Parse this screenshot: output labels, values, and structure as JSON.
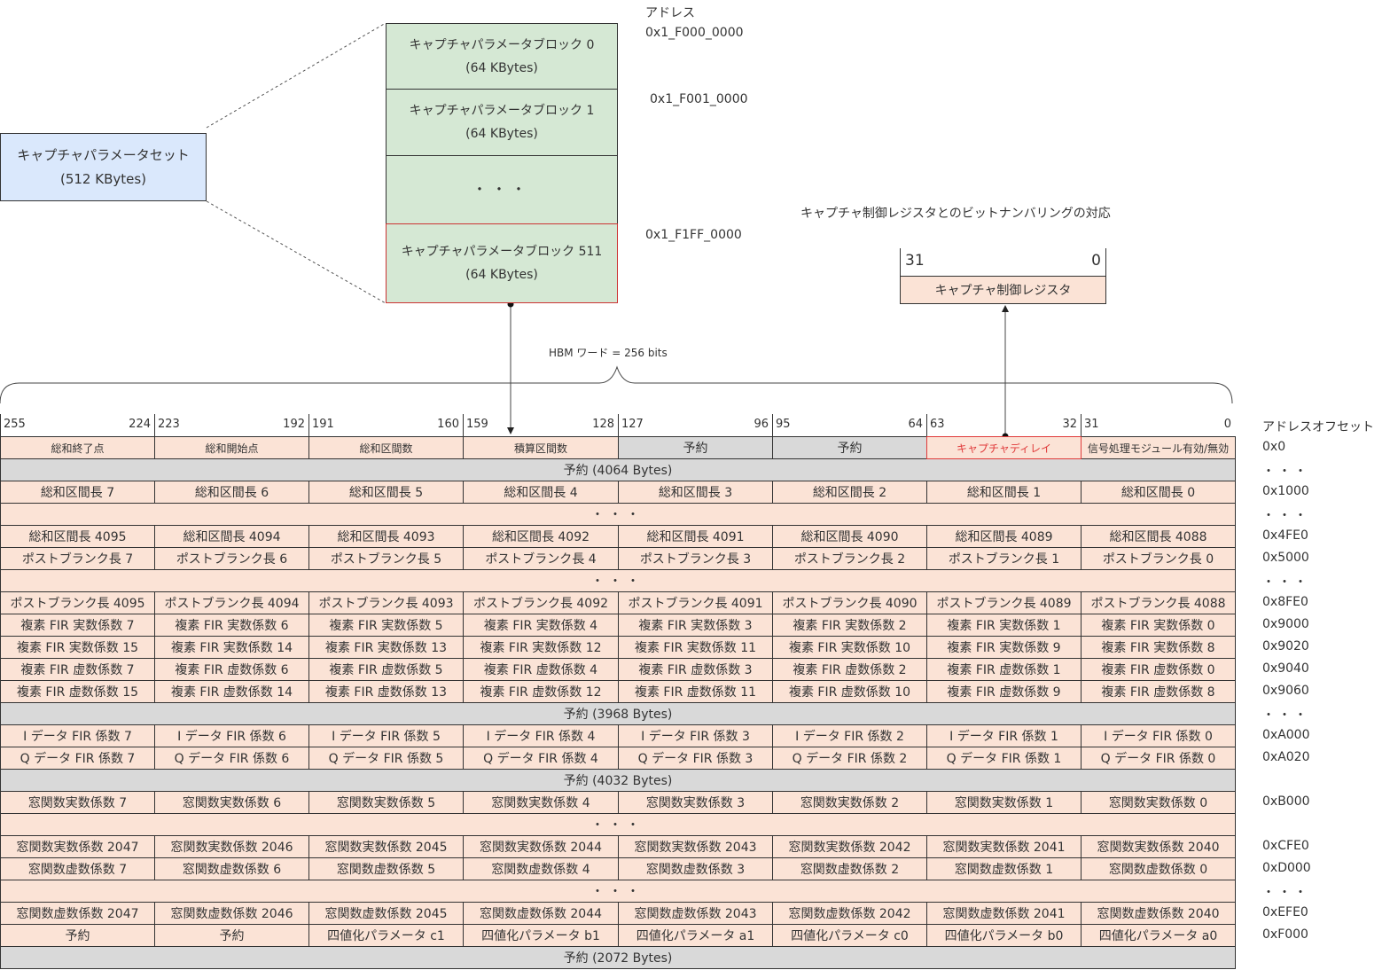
{
  "address_header": "アドレス",
  "parameter_set": {
    "line1": "キャプチャパラメータセット",
    "line2": "(512 KBytes)"
  },
  "blocks": [
    {
      "line1": "キャプチャパラメータブロック 0",
      "line2": "(64 KBytes)",
      "address": "0x1_F000_0000"
    },
    {
      "line1": "キャプチャパラメータブロック 1",
      "line2": "(64 KBytes)",
      "address": "0x1_F001_0000"
    },
    {
      "ellipsis": "・・・"
    },
    {
      "line1": "キャプチャパラメータブロック 511",
      "line2": "(64 KBytes)",
      "address": "0x1_F1FF_0000"
    }
  ],
  "control_register": {
    "caption": "キャプチャ制御レジスタとのビットナンバリングの対応",
    "bit_high": "31",
    "bit_low": "0",
    "name": "キャプチャ制御レジスタ"
  },
  "hbm_word_label": "HBM ワード = 256 bits",
  "offset_header": "アドレスオフセット",
  "bit_ranges": [
    {
      "high": "255",
      "low": "224"
    },
    {
      "high": "223",
      "low": "192"
    },
    {
      "high": "191",
      "low": "160"
    },
    {
      "high": "159",
      "low": "128"
    },
    {
      "high": "127",
      "low": "96"
    },
    {
      "high": "95",
      "low": "64"
    },
    {
      "high": "63",
      "low": "32"
    },
    {
      "high": "31",
      "low": "0"
    }
  ],
  "rows": [
    {
      "offset": "0x0",
      "cells": [
        "総和終了点",
        "総和開始点",
        "総和区間数",
        "積算区間数",
        "予約",
        "予約",
        "キャプチャディレイ",
        "信号処理モジュール有効/無効"
      ],
      "gray_cells": [
        4,
        5
      ],
      "alert_cell": 6
    },
    {
      "offset": "・・・",
      "band": "予約 (4064 Bytes)",
      "gray": true
    },
    {
      "offset": "0x1000",
      "cells": [
        "総和区間長 7",
        "総和区間長 6",
        "総和区間長 5",
        "総和区間長 4",
        "総和区間長 3",
        "総和区間長 2",
        "総和区間長 1",
        "総和区間長 0"
      ]
    },
    {
      "offset": "・・・",
      "band": "・・・"
    },
    {
      "offset": "0x4FE0",
      "cells": [
        "総和区間長 4095",
        "総和区間長 4094",
        "総和区間長 4093",
        "総和区間長 4092",
        "総和区間長 4091",
        "総和区間長 4090",
        "総和区間長 4089",
        "総和区間長 4088"
      ]
    },
    {
      "offset": "0x5000",
      "cells": [
        "ポストブランク長 7",
        "ポストブランク長 6",
        "ポストブランク長 5",
        "ポストブランク長 4",
        "ポストブランク長 3",
        "ポストブランク長 2",
        "ポストブランク長 1",
        "ポストブランク長 0"
      ]
    },
    {
      "offset": "・・・",
      "band": "・・・"
    },
    {
      "offset": "0x8FE0",
      "cells": [
        "ポストブランク長 4095",
        "ポストブランク長 4094",
        "ポストブランク長 4093",
        "ポストブランク長 4092",
        "ポストブランク長 4091",
        "ポストブランク長 4090",
        "ポストブランク長 4089",
        "ポストブランク長 4088"
      ]
    },
    {
      "offset": "0x9000",
      "cells": [
        "複素 FIR 実数係数 7",
        "複素 FIR 実数係数 6",
        "複素 FIR 実数係数 5",
        "複素 FIR 実数係数 4",
        "複素 FIR 実数係数 3",
        "複素 FIR 実数係数 2",
        "複素 FIR 実数係数 1",
        "複素 FIR 実数係数 0"
      ]
    },
    {
      "offset": "0x9020",
      "cells": [
        "複素 FIR 実数係数 15",
        "複素 FIR 実数係数 14",
        "複素 FIR 実数係数 13",
        "複素 FIR 実数係数 12",
        "複素 FIR 実数係数 11",
        "複素 FIR 実数係数 10",
        "複素 FIR 実数係数 9",
        "複素 FIR 実数係数 8"
      ]
    },
    {
      "offset": "0x9040",
      "cells": [
        "複素 FIR 虚数係数 7",
        "複素 FIR 虚数係数 6",
        "複素 FIR 虚数係数 5",
        "複素 FIR 虚数係数 4",
        "複素 FIR 虚数係数 3",
        "複素 FIR 虚数係数 2",
        "複素 FIR 虚数係数 1",
        "複素 FIR 虚数係数 0"
      ]
    },
    {
      "offset": "0x9060",
      "cells": [
        "複素 FIR 虚数係数 15",
        "複素 FIR 虚数係数 14",
        "複素 FIR 虚数係数 13",
        "複素 FIR 虚数係数 12",
        "複素 FIR 虚数係数 11",
        "複素 FIR 虚数係数 10",
        "複素 FIR 虚数係数 9",
        "複素 FIR 虚数係数 8"
      ]
    },
    {
      "offset": "・・・",
      "band": "予約 (3968 Bytes)",
      "gray": true
    },
    {
      "offset": "0xA000",
      "cells": [
        "I データ FIR 係数 7",
        "I データ FIR 係数 6",
        "I データ FIR 係数 5",
        "I データ FIR 係数 4",
        "I データ FIR 係数 3",
        "I データ FIR 係数 2",
        "I データ FIR 係数 1",
        "I データ FIR 係数 0"
      ]
    },
    {
      "offset": "0xA020",
      "cells": [
        "Q データ FIR 係数 7",
        "Q データ FIR 係数 6",
        "Q データ FIR 係数 5",
        "Q データ FIR 係数 4",
        "Q データ FIR 係数 3",
        "Q データ FIR 係数 2",
        "Q データ FIR 係数 1",
        "Q データ FIR 係数 0"
      ]
    },
    {
      "offset": "",
      "band": "予約 (4032 Bytes)",
      "gray": true
    },
    {
      "offset": "0xB000",
      "cells": [
        "窓関数実数係数 7",
        "窓関数実数係数 6",
        "窓関数実数係数 5",
        "窓関数実数係数 4",
        "窓関数実数係数 3",
        "窓関数実数係数 2",
        "窓関数実数係数 1",
        "窓関数実数係数 0"
      ]
    },
    {
      "offset": "",
      "band": "・・・"
    },
    {
      "offset": "0xCFE0",
      "cells": [
        "窓関数実数係数 2047",
        "窓関数実数係数 2046",
        "窓関数実数係数 2045",
        "窓関数実数係数 2044",
        "窓関数実数係数 2043",
        "窓関数実数係数 2042",
        "窓関数実数係数 2041",
        "窓関数実数係数 2040"
      ]
    },
    {
      "offset": "0xD000",
      "cells": [
        "窓関数虚数係数 7",
        "窓関数虚数係数 6",
        "窓関数虚数係数 5",
        "窓関数虚数係数 4",
        "窓関数虚数係数 3",
        "窓関数虚数係数 2",
        "窓関数虚数係数 1",
        "窓関数虚数係数 0"
      ]
    },
    {
      "offset": "・・・",
      "band": "・・・"
    },
    {
      "offset": "0xEFE0",
      "cells": [
        "窓関数虚数係数 2047",
        "窓関数虚数係数 2046",
        "窓関数虚数係数 2045",
        "窓関数虚数係数 2044",
        "窓関数虚数係数 2043",
        "窓関数虚数係数 2042",
        "窓関数虚数係数 2041",
        "窓関数虚数係数 2040"
      ]
    },
    {
      "offset": "0xF000",
      "cells": [
        "予約",
        "予約",
        "四値化パラメータ c1",
        "四値化パラメータ b1",
        "四値化パラメータ a1",
        "四値化パラメータ c0",
        "四値化パラメータ b0",
        "四値化パラメータ a0"
      ]
    },
    {
      "offset": "",
      "band": "予約 (2072 Bytes)",
      "gray": true
    }
  ],
  "colors": {
    "parameter_set_fill": "#dae8fc",
    "block_fill": "#d5e8d4",
    "row_fill": "#fbe3d6",
    "reserved_fill": "#d9d9d9",
    "highlight_border": "#e03a3a"
  }
}
